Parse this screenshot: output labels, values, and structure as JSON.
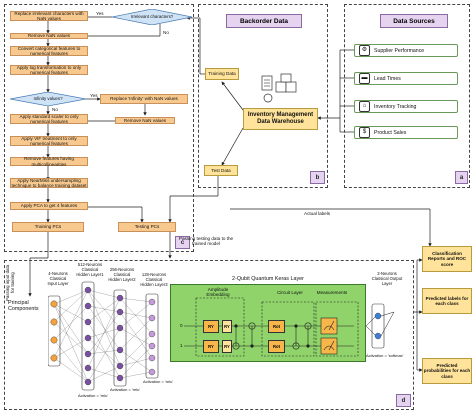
{
  "panel_c": {
    "decision_irrelevant": "Irrelevant characters?",
    "decision_infinity": "Infinity values?",
    "yes": "Yes",
    "no": "No",
    "steps": [
      "Replace irrelevant characters with NaN values",
      "Remove NaN values",
      "Convert categorical features to numerical features",
      "Apply log transformation to only numerical features",
      "Apply standard scaler to only numerical features",
      "Apply VIF treatment to only numerical features",
      "Remove features having multicollinearities",
      "Apply NearMiss undersampling technique to balance training dataset",
      "Apply PCA to get 4 features"
    ],
    "replace_inf": "Replace 'Infinity' with NaN values",
    "remove_nan_2": "Remove NaN values",
    "training_pcs": "Training PCs",
    "testing_pcs": "Testing PCs",
    "corner": "c"
  },
  "panel_b": {
    "title": "Backorder Data",
    "training_data": "Training Data",
    "test_data": "Test Data",
    "warehouse": "Inventory Management Data Warehouse",
    "corner": "b"
  },
  "panel_a": {
    "title": "Data Sources",
    "items": [
      {
        "label": "Supplier Performance",
        "icon": "supplier-icon"
      },
      {
        "label": "Lead Times",
        "icon": "truck-icon"
      },
      {
        "label": "Inventory Tracking",
        "icon": "warehouse-icon"
      },
      {
        "label": "Product Sales",
        "icon": "sales-icon"
      }
    ],
    "corner": "a"
  },
  "connectors": {
    "actual_labels": "Actual labels",
    "passing_testing": "Passing testing data to the trained model",
    "passing_input": "Passing input data for training"
  },
  "panel_d": {
    "principal_components": "Principal Components",
    "input_layer": "4-Neurons Classical Input Layer",
    "hidden1": "512-Neurons Classical Hidden Layer1",
    "hidden2": "256-Neurons Classical Hidden Layer2",
    "hidden3": "128-Neurons Classical Hidden Layer3",
    "quantum_title": "2-Qubit Quantum Keras Layer",
    "amplitude_embedding": "Amplitude Embedding",
    "circuit_layer": "Circuit Layer",
    "measurements": "Measurements",
    "output_layer": "2-Neurons Classical Output Layer",
    "activation_relu_1": "Activation = 'relu'",
    "activation_relu_2": "Activation = 'relu'",
    "activation_relu_3": "Activation = 'relu'",
    "activation_softmax": "Activation = 'softmax'",
    "qubit0": "0",
    "qubit1": "1",
    "gate_ry": "RY",
    "gate_rot": "Rot",
    "corner": "d"
  },
  "results": [
    "Classification Reports and ROC score",
    "Predicted labels for each class",
    "Predicted probabilities for each class"
  ],
  "colors": {
    "orange": "#f8c98f",
    "yellow": "#ffe39a",
    "green_panel": "#8fd36a",
    "purple": "#e6d3f0",
    "gate_orange": "#f7b64a",
    "gate_yellow": "#ffe39a"
  }
}
